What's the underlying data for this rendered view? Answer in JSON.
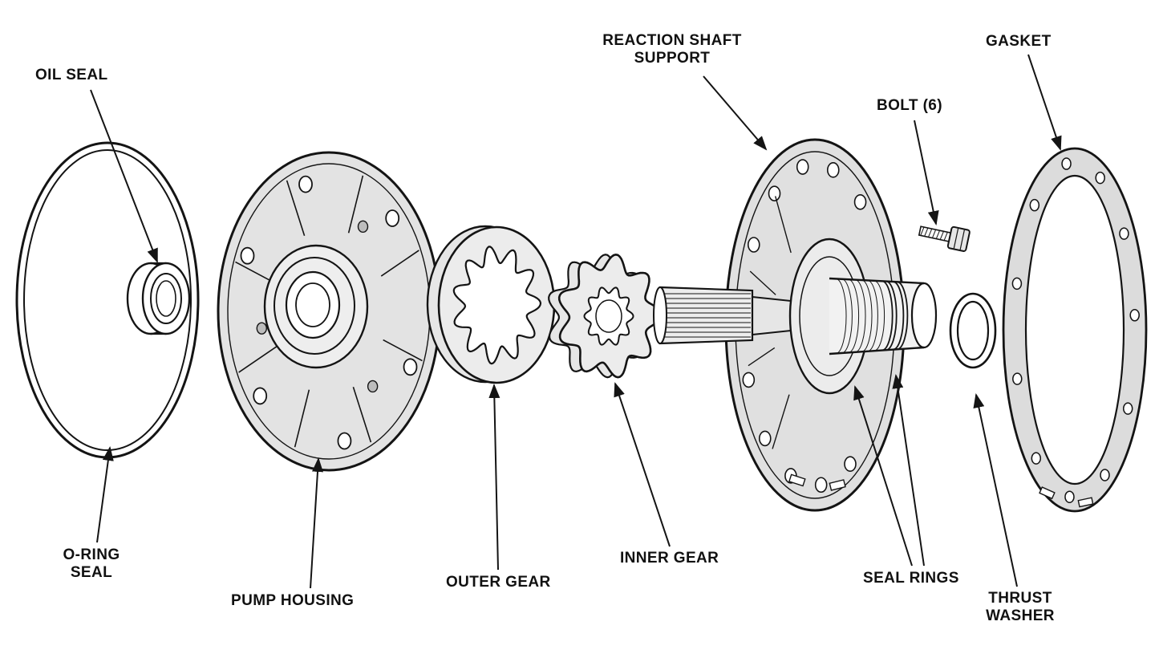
{
  "figure": {
    "type": "exploded-view-technical-diagram",
    "ink_color": "#141414",
    "paper_color": "#ffffff",
    "labels": {
      "oil_seal": "OIL SEAL",
      "o_ring_seal": "O-RING\nSEAL",
      "pump_housing": "PUMP HOUSING",
      "outer_gear": "OUTER GEAR",
      "inner_gear": "INNER GEAR",
      "reaction_shaft_support": "REACTION SHAFT\nSUPPORT",
      "bolt": "BOLT (6)",
      "gasket": "GASKET",
      "seal_rings": "SEAL RINGS",
      "thrust_washer": "THRUST\nWASHER"
    }
  }
}
